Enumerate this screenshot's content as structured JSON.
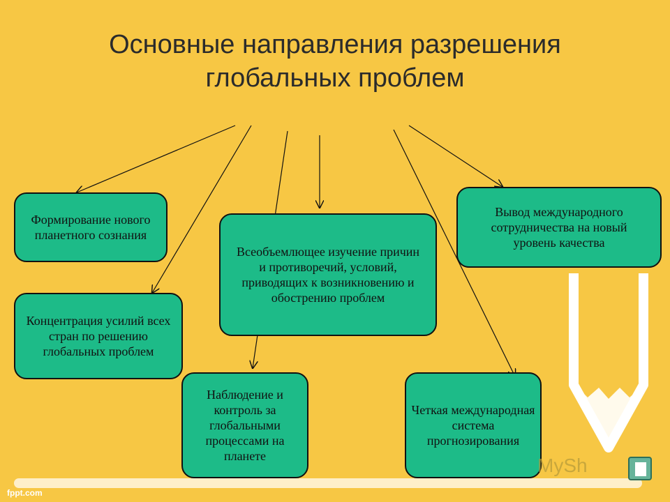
{
  "title": "Основные направления разрешения глобальных проблем",
  "nodes": {
    "formation": "Формирование нового планетного сознания",
    "concentration": "Концентрация усилий всех стран по решению глобальных проблем",
    "comprehensive_study": "Всеобъемлющее изучение причин и противоречий, условий, приводящих к возникновению и обострению проблем",
    "monitoring": "Наблюдение и контроль за глобальными процессами на планете",
    "forecasting": "Четкая международная система прогнозирования",
    "cooperation": "Вывод международного сотрудничества на новый уровень качества"
  },
  "footer": {
    "source": "fppt.com",
    "watermark": "MySh"
  },
  "colors": {
    "background": "#f7c744",
    "box_fill": "#1dbb88",
    "box_border": "#111111"
  }
}
